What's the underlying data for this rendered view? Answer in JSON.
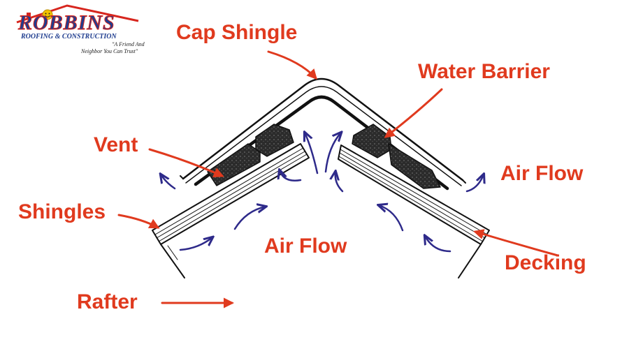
{
  "logo": {
    "name": "ROBBINS",
    "subtitle": "ROOFING & CONSTRUCTION",
    "tagline_1": "\"A Friend And",
    "tagline_2": "Neighbor You Can Trust\"",
    "colors": {
      "primary": "#1f3d8f",
      "accent": "#d7261e",
      "smiley": "#f2c200"
    }
  },
  "labels": {
    "cap_shingle": "Cap Shingle",
    "water_barrier": "Water Barrier",
    "vent": "Vent",
    "air_flow_right": "Air Flow",
    "shingles": "Shingles",
    "air_flow_center": "Air Flow",
    "decking": "Decking",
    "rafter": "Rafter"
  },
  "colors": {
    "label": "#e03a1e",
    "leader_arrow": "#e03a1e",
    "airflow_arrow": "#2e2a8a",
    "line_art": "#111111",
    "vent_fill": "#2b2b2b"
  }
}
